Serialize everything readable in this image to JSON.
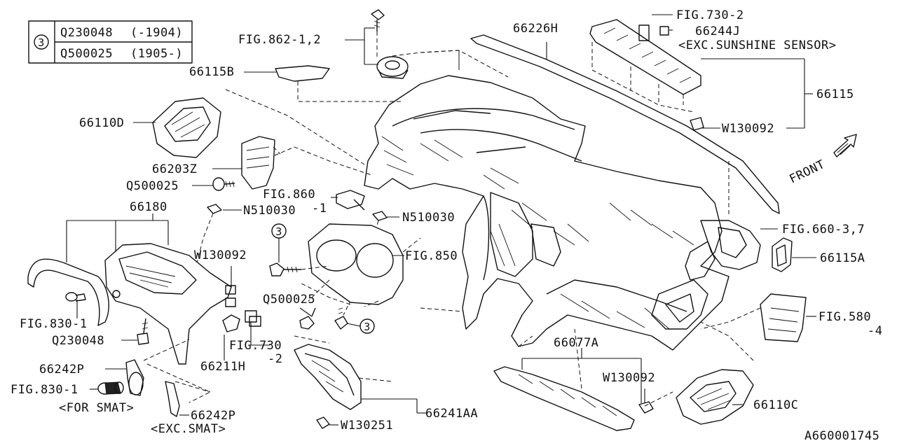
{
  "diagram_id": "A660001745",
  "legend": {
    "symbol": "3",
    "rows": [
      {
        "part": "Q230048",
        "range": "(-1904)"
      },
      {
        "part": "Q500025",
        "range": "(1905-)"
      }
    ]
  },
  "labels": {
    "fig862": "FIG.862-1,2",
    "p66226H": "66226H",
    "fig730_2": "FIG.730-2",
    "p66244J": "66244J",
    "exc_sunshine": "<EXC.SUNSHINE SENSOR>",
    "p66115B": "66115B",
    "p66115": "66115",
    "p66110D": "66110D",
    "w130092_top": "W130092",
    "front": "FRONT",
    "p66203Z": "66203Z",
    "q500025_a": "Q500025",
    "fig860_a": "FIG.860",
    "fig860_b": "-1",
    "p66180": "66180",
    "n510030_a": "N510030",
    "n510030_b": "N510030",
    "fig660": "FIG.660-3,7",
    "w130092_mid": "W130092",
    "circ3_a": "3",
    "fig850": "FIG.850",
    "p66115A": "66115A",
    "q500025_b": "Q500025",
    "fig830_1_a": "FIG.830-1",
    "circ3_b": "3",
    "fig580_a": "FIG.580",
    "fig580_b": "-4",
    "q230048": "Q230048",
    "fig730_a": "FIG.730",
    "fig730_b": "-2",
    "p66077A": "66077A",
    "p66242P_a": "66242P",
    "p66211H": "66211H",
    "w130092_bot": "W130092",
    "fig830_1_b": "FIG.830-1",
    "for_smat": "<FOR SMAT>",
    "p66242P_b": "66242P",
    "exc_smat": "<EXC.SMAT>",
    "w130251": "W130251",
    "p66241AA": "66241AA",
    "p66110C": "66110C"
  }
}
